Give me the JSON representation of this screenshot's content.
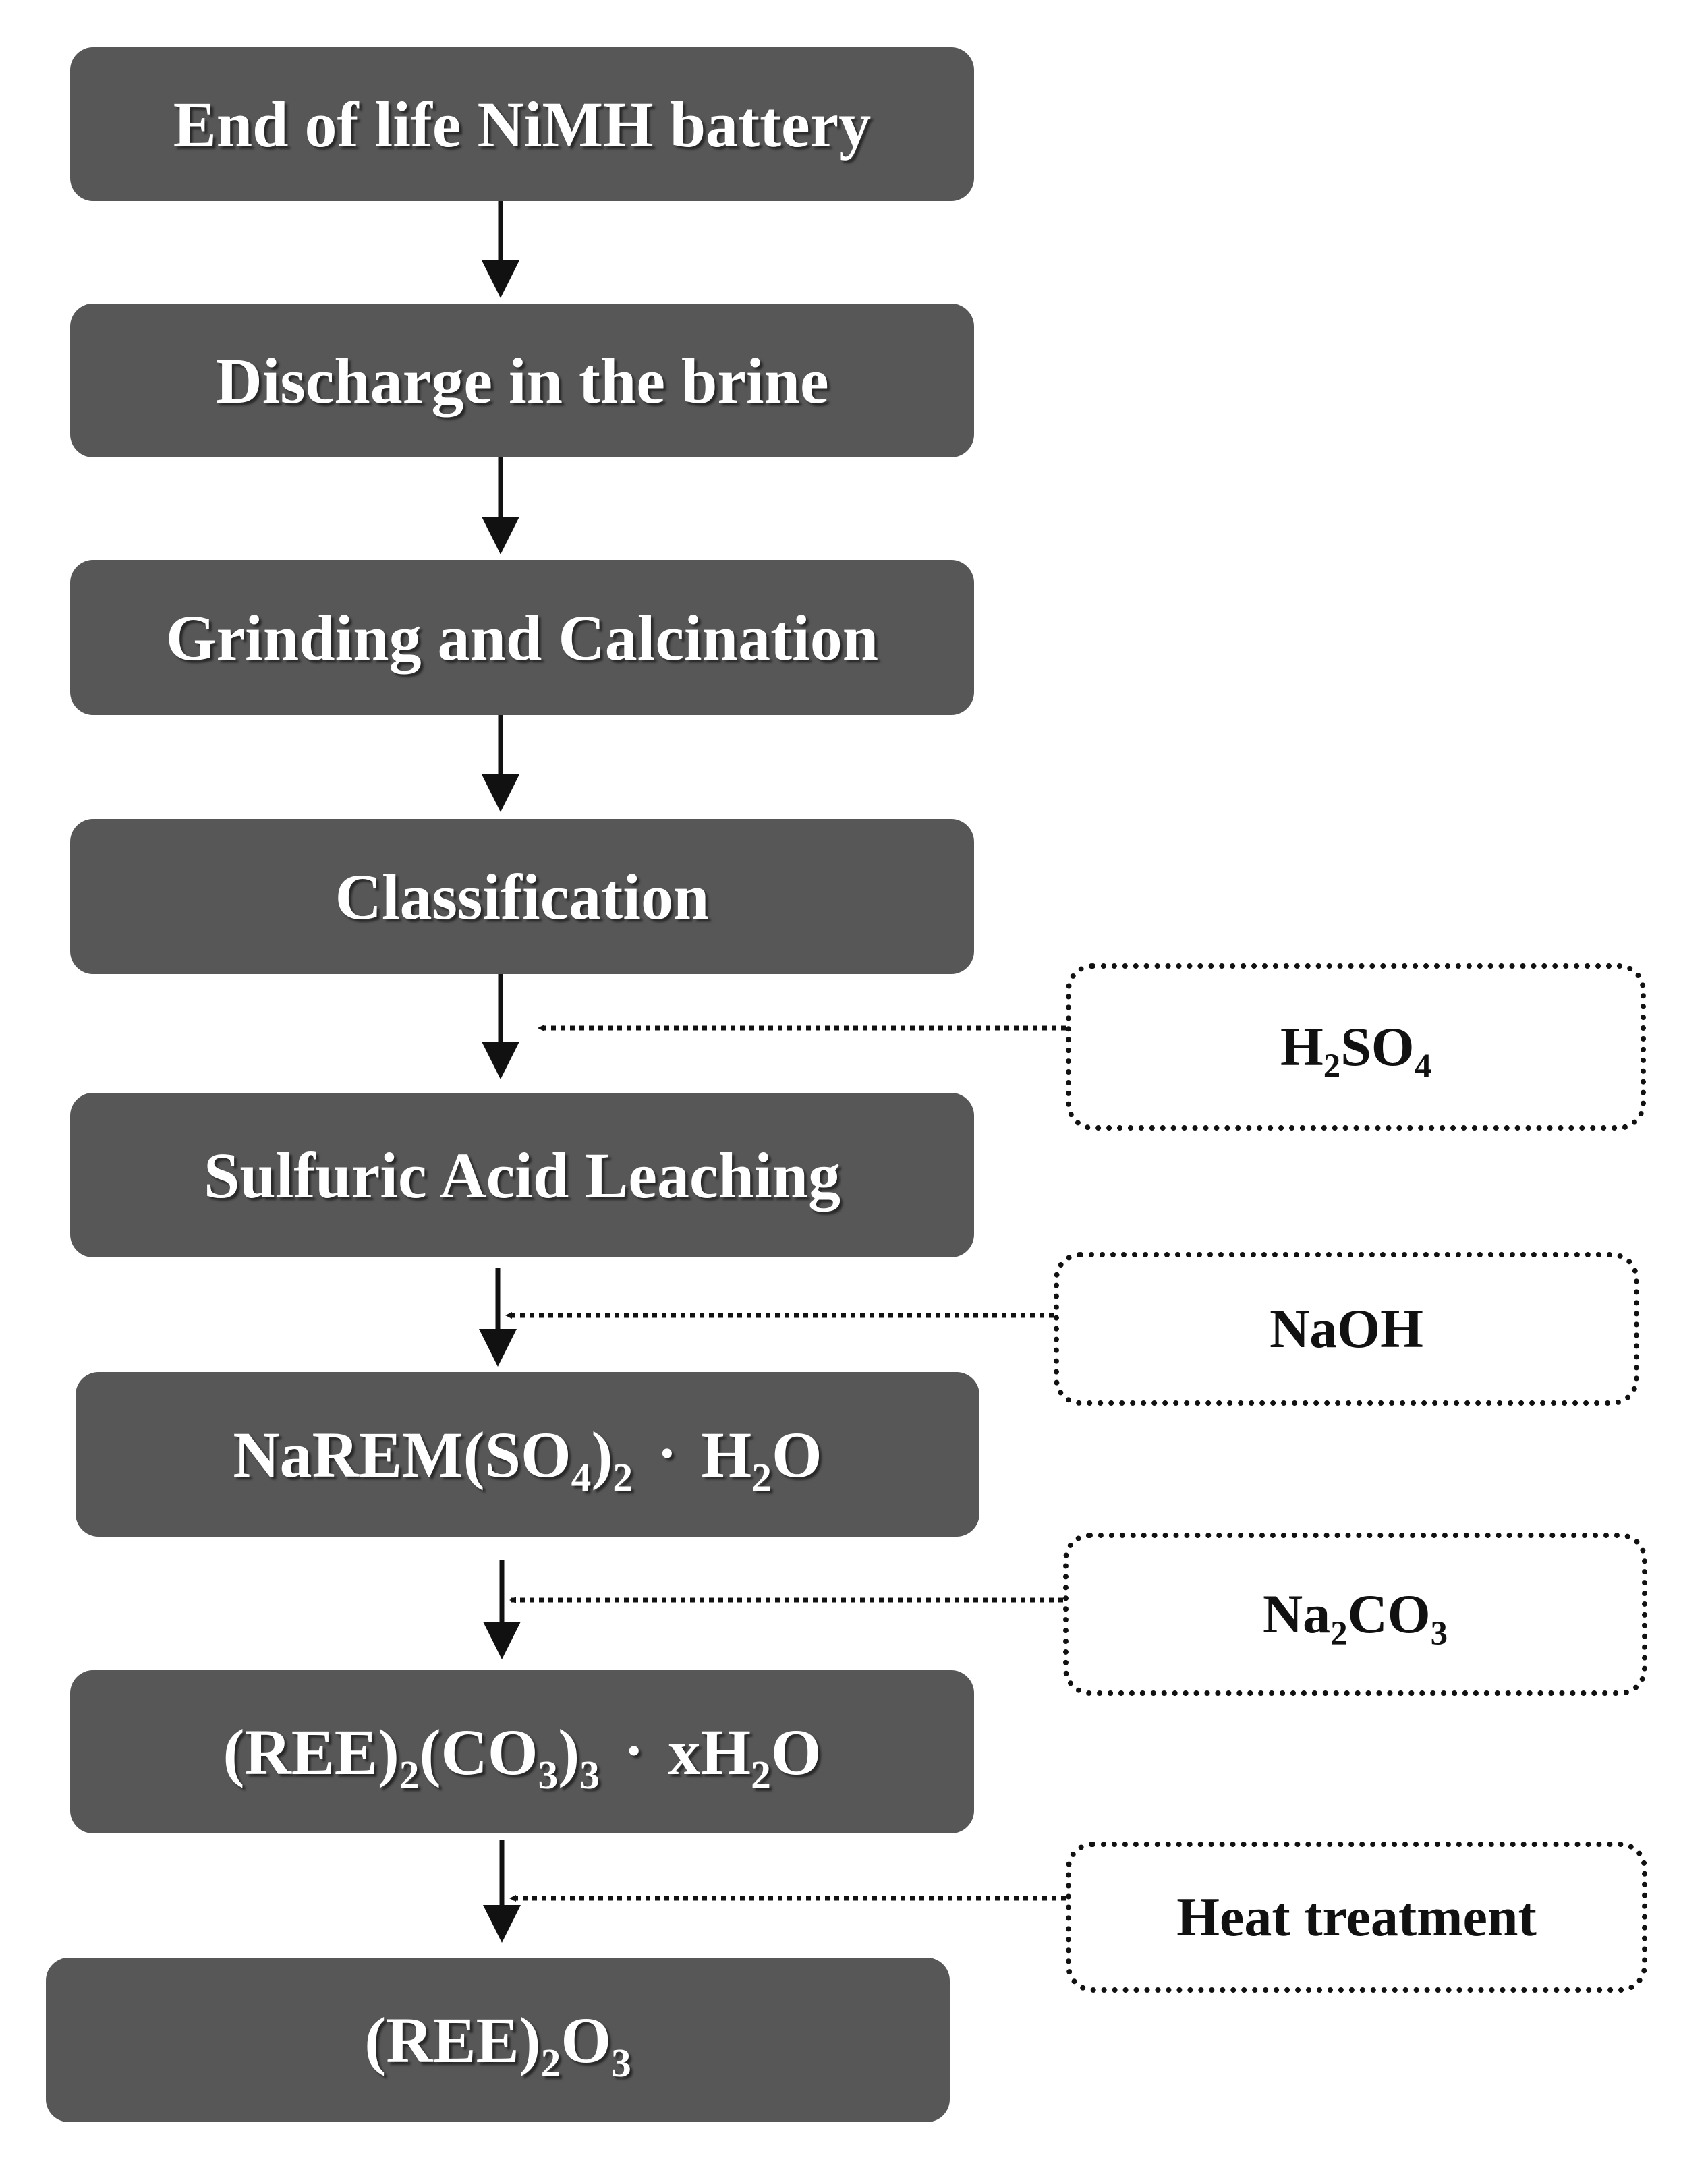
{
  "colors": {
    "process_box": "#575757",
    "process_text": "#ffffff",
    "connector": "#111111"
  },
  "steps": [
    {
      "label": "End of life NiMH battery"
    },
    {
      "label": "Discharge in the brine"
    },
    {
      "label": "Grinding and Calcination"
    },
    {
      "label": "Classification"
    },
    {
      "label": "Sulfuric Acid Leaching"
    },
    {
      "parts": [
        "NaREM(SO",
        "4",
        ")",
        "2",
        "·",
        "H",
        "2",
        "O"
      ]
    },
    {
      "parts": [
        "(REE)",
        "2",
        "(CO",
        "3",
        ")",
        "3",
        "·",
        "xH",
        "2",
        "O"
      ]
    },
    {
      "parts": [
        "(REE)",
        "2",
        "O",
        "3"
      ]
    }
  ],
  "reagents": [
    {
      "parts": [
        "H",
        "2",
        "SO",
        "4"
      ]
    },
    {
      "label": "NaOH"
    },
    {
      "parts": [
        "Na",
        "2",
        "CO",
        "3"
      ]
    },
    {
      "label": "Heat treatment"
    }
  ]
}
